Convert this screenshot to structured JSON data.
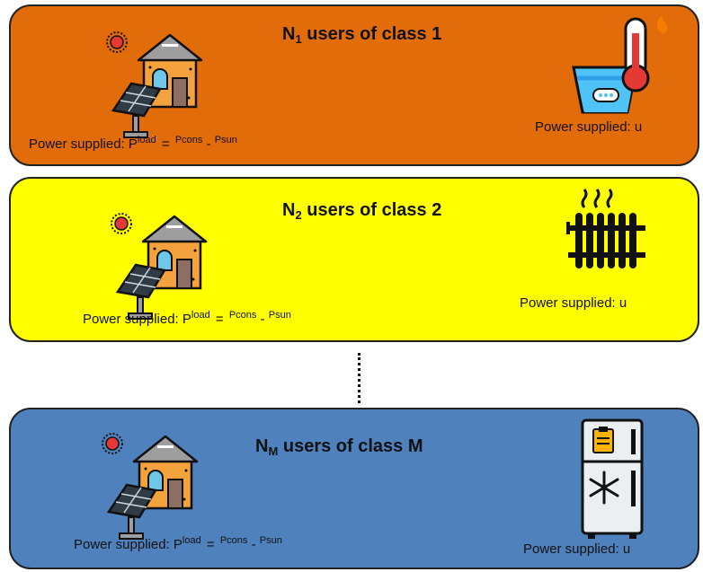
{
  "panels": [
    {
      "title_prefix": "N",
      "title_sub": "1",
      "title_suffix": " users of class 1",
      "color": "#E36C0A",
      "left_caption": {
        "lead": "Power supplied: P",
        "sup_load": "load",
        "eq": "=",
        "p_cons": "P",
        "sup_cons": "cons",
        "minus": "-",
        "p_sun": "P",
        "sup_sun": "sun"
      },
      "right_caption": "Power supplied: u",
      "appliance_icon": "water-heater-icon"
    },
    {
      "title_prefix": "N",
      "title_sub": "2",
      "title_suffix": " users of class 2",
      "color": "#FFFF00",
      "left_caption": {
        "lead": "Power supplied: P",
        "sup_load": "load",
        "eq": "=",
        "p_cons": "P",
        "sup_cons": "cons",
        "minus": "-",
        "p_sun": "P",
        "sup_sun": "sun"
      },
      "right_caption": "Power supplied: u",
      "appliance_icon": "radiator-icon"
    },
    {
      "title_prefix": "N",
      "title_sub": "M",
      "title_suffix": " users of class M",
      "color": "#4F81BD",
      "left_caption": {
        "lead": "Power supplied: P",
        "sup_load": "load",
        "eq": "=",
        "p_cons": "P",
        "sup_cons": "cons",
        "minus": "-",
        "p_sun": "P",
        "sup_sun": "sun"
      },
      "right_caption": "Power supplied: u",
      "appliance_icon": "refrigerator-icon"
    }
  ],
  "icons": {
    "house": "solar-house-icon",
    "sun": "sun-icon"
  }
}
